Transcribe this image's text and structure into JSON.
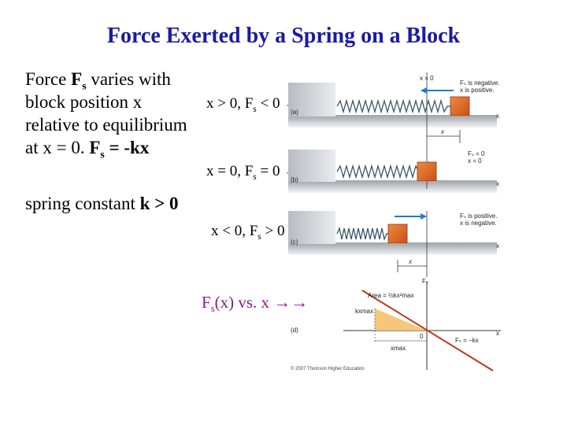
{
  "title": "Force Exerted by a Spring on a Block",
  "intro": {
    "line1_pre": "Force ",
    "line1_sym": "F",
    "line1_sub": "s",
    "line1_post": " varies with",
    "line2": "block position x",
    "line3": "relative to equilibrium",
    "line4_pre": "at x = 0.  ",
    "line4_sym": "F",
    "line4_sub": "s",
    "line4_post": " = -kx",
    "spring_pre": "spring constant ",
    "spring_k": "k",
    "spring_post": "  > 0"
  },
  "cases": [
    {
      "pre": "x > 0, F",
      "sub": "s",
      "post": " < 0",
      "arrow": "→"
    },
    {
      "pre": "x = 0, F",
      "sub": "s",
      "post": " = 0",
      "arrow": "→"
    },
    {
      "pre": "x < 0, F",
      "sub": "s",
      "post": " > 0",
      "arrow": "→"
    }
  ],
  "graph_caption": {
    "pre": "F",
    "sub": "s",
    "post": "(x) vs. x",
    "arrows": "→→"
  },
  "figure": {
    "a": {
      "x0": "x = 0",
      "note1": "Fₛ is negative.",
      "note2": "x is positive.",
      "tag": "(a)",
      "axis": "x",
      "dist": "x"
    },
    "b": {
      "note1": "Fₛ = 0",
      "note2": "x = 0",
      "tag": "(b)",
      "axis": "x"
    },
    "c": {
      "note1": "Fₛ is positive.",
      "note2": "x is negative.",
      "tag": "(c)",
      "axis": "x",
      "dist": "x"
    },
    "d": {
      "area": "Area = ½kx²max",
      "fs_axis": "Fₛ",
      "kxmax": "kxmax",
      "zero": "0",
      "x_axis": "x",
      "xmax": "xmax",
      "line_label": "Fₛ = −kx",
      "tag": "(d)",
      "copyright": "© 2007 Thomson Higher Education"
    }
  },
  "colors": {
    "title": "#1a1aa6",
    "caption": "#8a1a8a",
    "block": "#e06a1e",
    "arrow": "#1e7ad6",
    "line": "#c0361a",
    "area": "#f5c06a"
  }
}
